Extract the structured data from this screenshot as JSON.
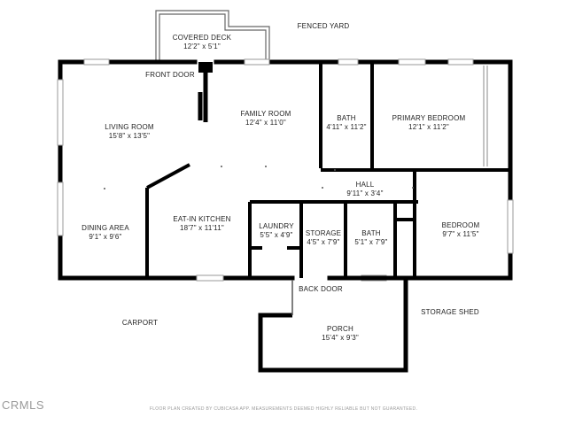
{
  "rooms": {
    "covered_deck": {
      "name": "COVERED DECK",
      "dims": "12'2\" x 5'1\""
    },
    "living_room": {
      "name": "LIVING ROOM",
      "dims": "15'8\" x 13'5\""
    },
    "family_room": {
      "name": "FAMILY ROOM",
      "dims": "12'4\" x 11'0\""
    },
    "bath_top": {
      "name": "BATH",
      "dims": "4'11\" x 11'2\""
    },
    "primary_bedroom": {
      "name": "PRIMARY BEDROOM",
      "dims": "12'1\" x 11'2\""
    },
    "hall": {
      "name": "HALL",
      "dims": "9'11\" x 3'4\""
    },
    "dining_area": {
      "name": "DINING AREA",
      "dims": "9'1\" x 9'6\""
    },
    "eat_in_kitchen": {
      "name": "EAT-IN KITCHEN",
      "dims": "18'7\" x 11'11\""
    },
    "laundry": {
      "name": "LAUNDRY",
      "dims": "5'5\" x 4'9\""
    },
    "storage": {
      "name": "STORAGE",
      "dims": "4'5\" x 7'9\""
    },
    "bath_mid": {
      "name": "BATH",
      "dims": "5'1\" x 7'9\""
    },
    "bedroom": {
      "name": "BEDROOM",
      "dims": "9'7\" x 11'5\""
    },
    "porch": {
      "name": "PORCH",
      "dims": "15'4\" x 9'3\""
    }
  },
  "outside": {
    "fenced_yard": "FENCED YARD",
    "front_door": "FRONT DOOR",
    "back_door": "BACK DOOR",
    "carport": "CARPORT",
    "storage_shed": "STORAGE SHED"
  },
  "credit": "FLOOR PLAN CREATED BY CUBICASA APP. MEASUREMENTS DEEMED HIGHLY RELIABLE BUT NOT GUARANTEED.",
  "watermark": "CRMLS",
  "colors": {
    "wall": "#000000",
    "thin_line": "#555555",
    "window": "#9a9a9a"
  }
}
